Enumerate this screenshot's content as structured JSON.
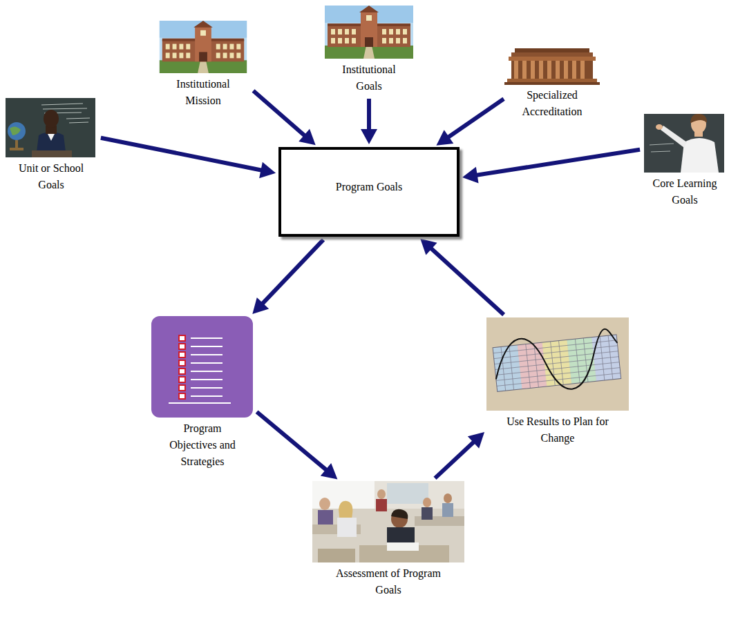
{
  "diagram": {
    "nodes": [
      {
        "text": [
          "Institutional Mission"
        ]
      },
      {
        "text": [
          "Institutional Goals"
        ]
      },
      {
        "text": [
          "Specialized Accreditation"
        ]
      },
      {
        "text": [
          "Unit or School Goals"
        ]
      },
      {
        "text": [
          "Program Goals"
        ]
      },
      {
        "text": [
          "Core Learning Goals"
        ]
      },
      {
        "text": [
          "Program Objectives and Strategies"
        ]
      },
      {
        "text": [
          "Use Results to Plan for Change"
        ]
      },
      {
        "text": [
          "Assessment of Program Goals"
        ]
      }
    ],
    "edges": [
      {
        "from": 3,
        "to": 4,
        "arrow": "to"
      },
      {
        "from": 0,
        "to": 4,
        "arrow": "to"
      },
      {
        "from": 1,
        "to": 4,
        "arrow": "to"
      },
      {
        "from": 2,
        "to": 4,
        "arrow": "to"
      },
      {
        "from": 5,
        "to": 4,
        "arrow": "to"
      },
      {
        "from": 4,
        "to": 6,
        "arrow": "to"
      },
      {
        "from": 6,
        "to": 8,
        "arrow": "to"
      },
      {
        "from": 8,
        "to": 7,
        "arrow": "to"
      },
      {
        "from": 7,
        "to": 4,
        "arrow": "to"
      }
    ]
  }
}
